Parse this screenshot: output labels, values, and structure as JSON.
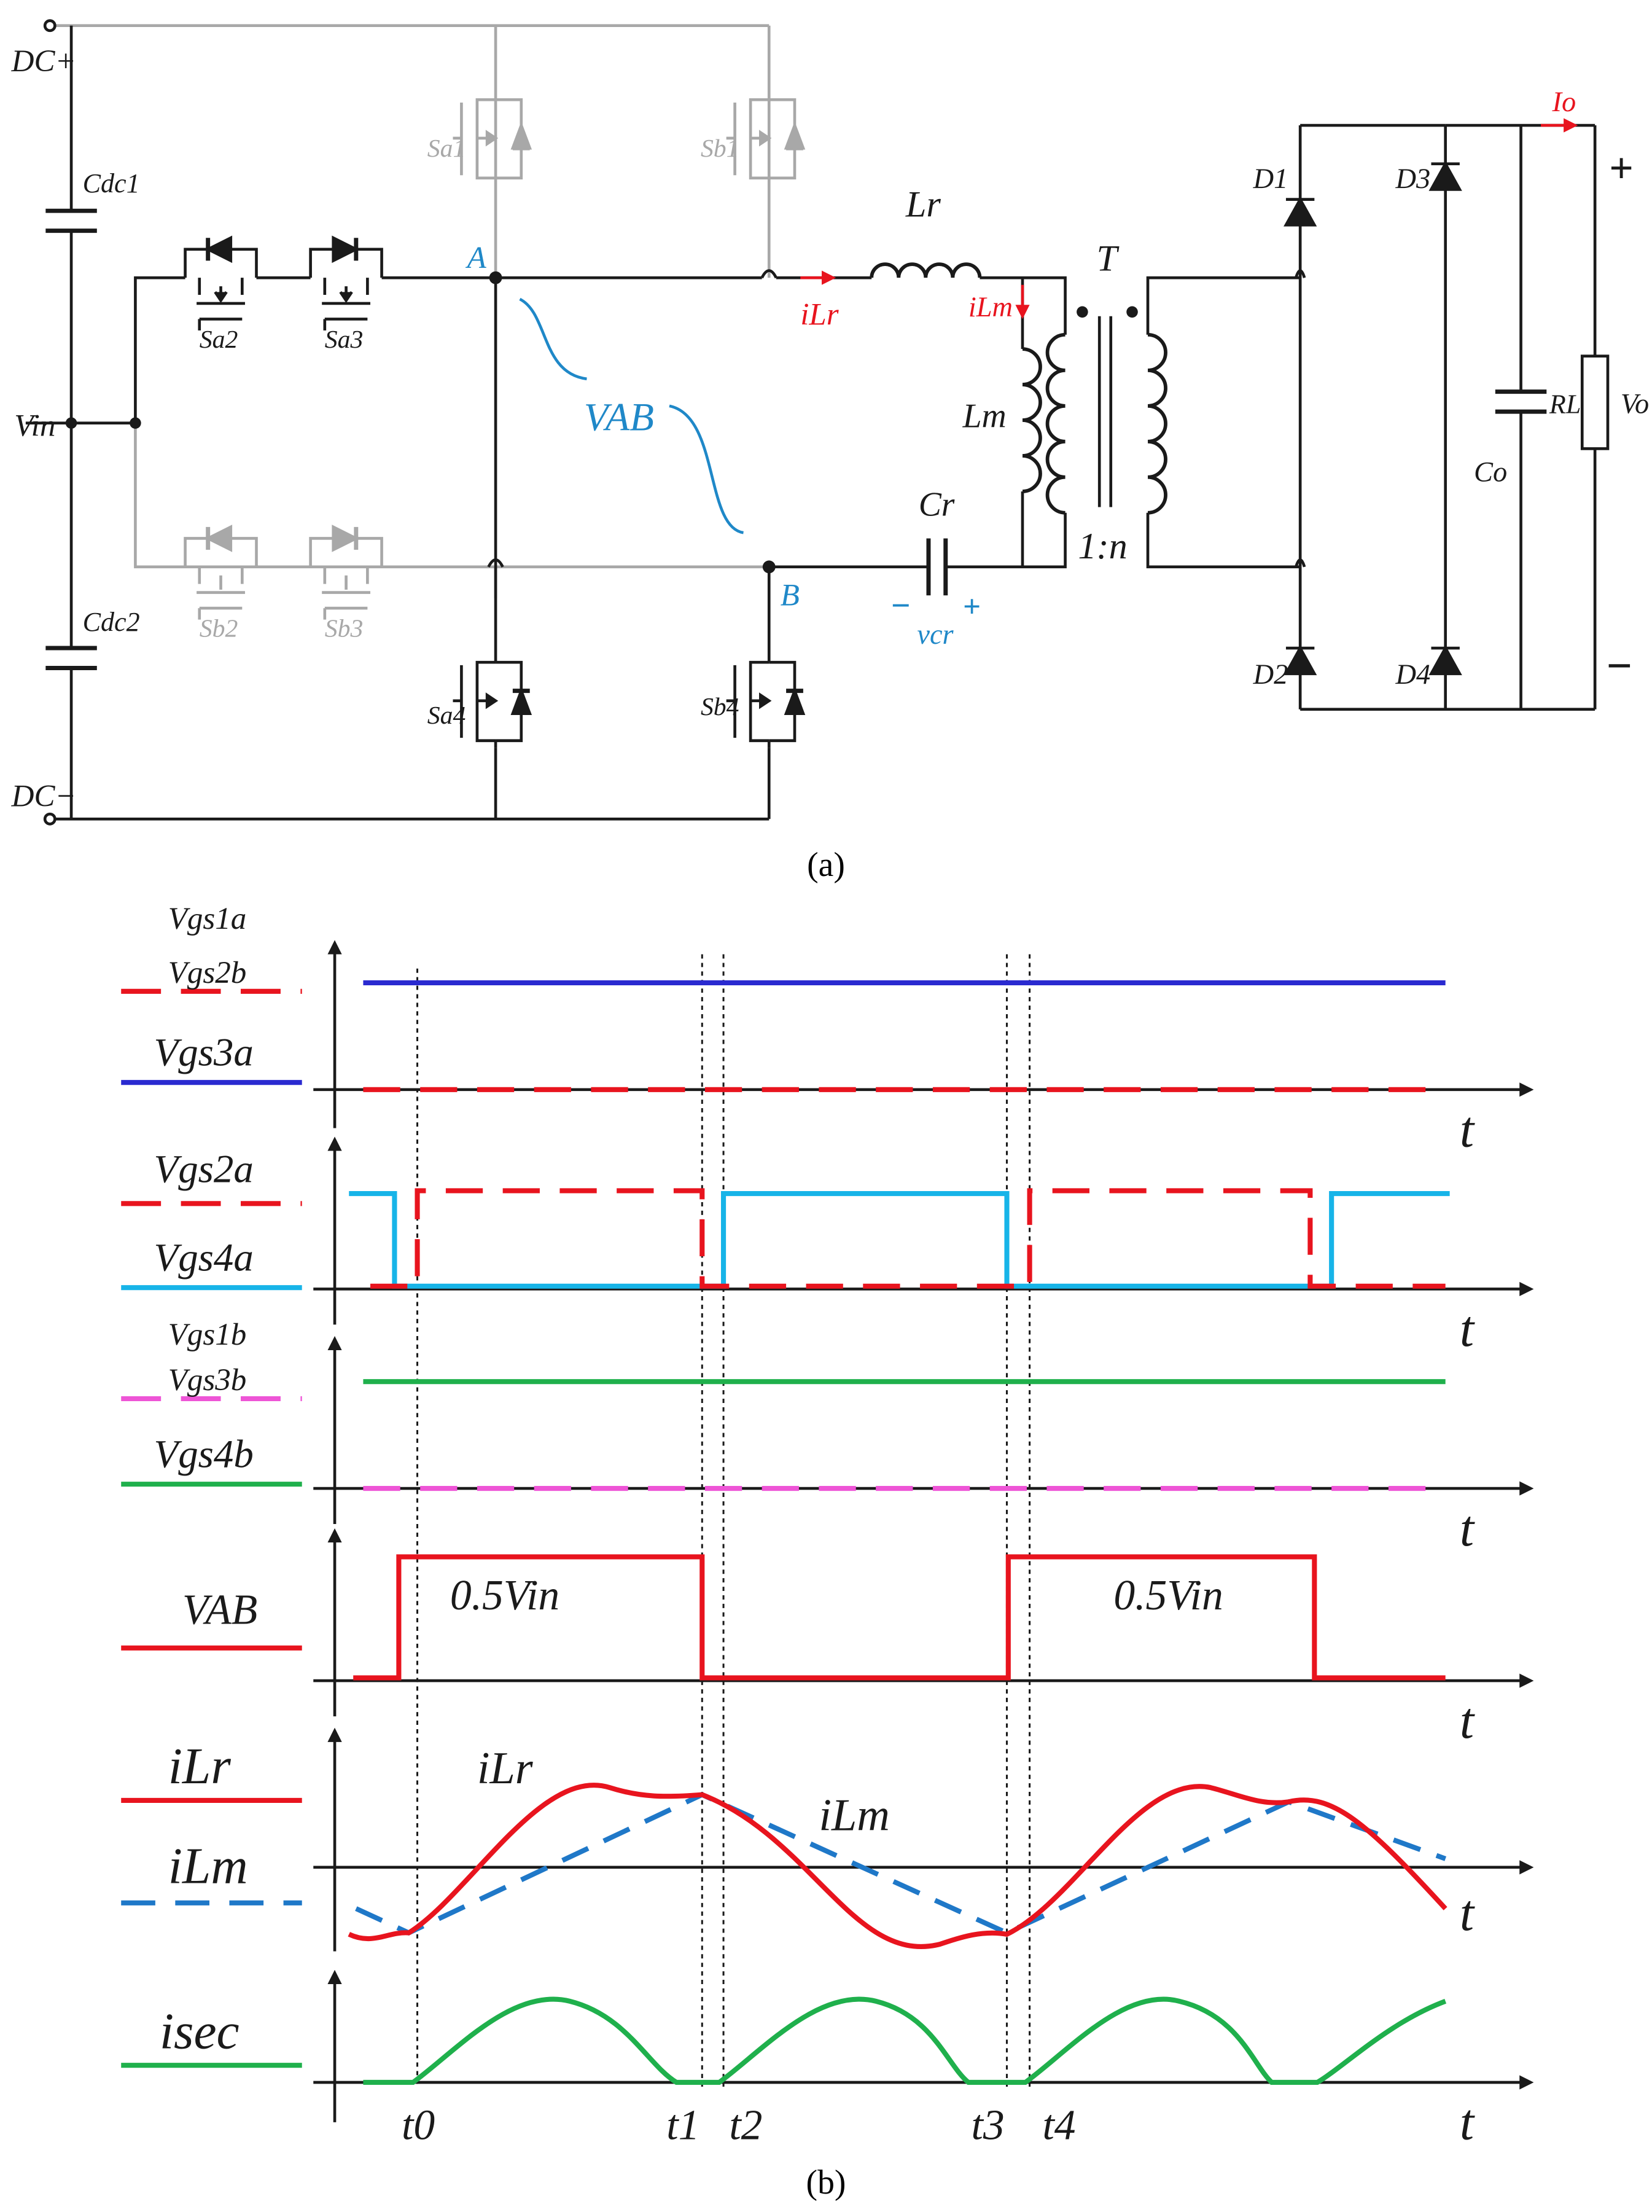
{
  "colors": {
    "black": "#1a1a1a",
    "gray": "#a8a8a8",
    "red": "#e8141e",
    "blue_label": "#1f88c8",
    "blue_dark": "#2a2ad0",
    "cyan": "#17b4e8",
    "green": "#1fb04c",
    "magenta": "#ee55d6",
    "blue_dash": "#1f78c8"
  },
  "circuit": {
    "labels": {
      "dc_plus": "DC+",
      "dc_minus": "DC−",
      "cdc1": "Cdc1",
      "cdc2": "Cdc2",
      "vin": "Vin",
      "sa1": "Sa1",
      "sb1": "Sb1",
      "sa2": "Sa2",
      "sa3": "Sa3",
      "sb2": "Sb2",
      "sb3": "Sb3",
      "sa4": "Sa4",
      "sb4": "Sb4",
      "node_a": "A",
      "node_b": "B",
      "vab": "VAB",
      "lr": "Lr",
      "ilr": "iLr",
      "ilm": "iLm",
      "lm": "Lm",
      "cr": "Cr",
      "vcr": "vcr",
      "vcr_minus": "−",
      "vcr_plus": "+",
      "transformer": "T",
      "ratio": "1:n",
      "d1": "D1",
      "d2": "D2",
      "d3": "D3",
      "d4": "D4",
      "co": "Co",
      "rl": "RL",
      "vo": "Vo",
      "io": "Io",
      "out_plus": "+",
      "out_minus": "−"
    }
  },
  "captions": {
    "a": "(a)",
    "b": "(b)"
  },
  "waveforms": {
    "row1": {
      "labels": [
        "Vgs1a",
        "Vgs2b",
        "Vgs3a"
      ]
    },
    "row2": {
      "labels": [
        "Vgs2a",
        "Vgs4a"
      ]
    },
    "row3": {
      "labels": [
        "Vgs1b",
        "Vgs3b",
        "Vgs4b"
      ]
    },
    "row4": {
      "labels": [
        "VAB"
      ],
      "annotations": [
        "0.5Vin",
        "0.5Vin"
      ]
    },
    "row5": {
      "labels": [
        "iLr",
        "iLm"
      ],
      "annotations": [
        "iLr",
        "iLm"
      ]
    },
    "row6": {
      "labels": [
        "isec"
      ]
    },
    "axis_label": "t",
    "time_labels": [
      "t0",
      "t1",
      "t2",
      "t3",
      "t4"
    ]
  }
}
